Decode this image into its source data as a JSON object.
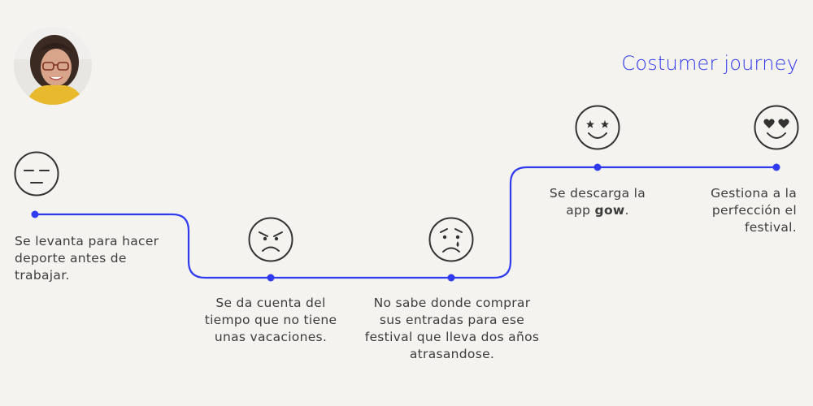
{
  "title": "Costumer journey",
  "accent_color": "#2f3bef",
  "steps": [
    {
      "icon": "expressionless-face-icon",
      "text": "Se levanta para hacer deporte antes de trabajar."
    },
    {
      "icon": "angry-face-icon",
      "text": "Se da cuenta del tiempo que no tiene unas vacaciones."
    },
    {
      "icon": "sad-crying-face-icon",
      "text": "No sabe donde comprar sus entradas para ese festival que lleva dos años atrasandose."
    },
    {
      "icon": "star-eyes-face-icon",
      "text_before": "Se descarga la app ",
      "text_bold": "gow",
      "text_after": "."
    },
    {
      "icon": "heart-eyes-face-icon",
      "text": "Gestiona a la perfección el festival."
    }
  ]
}
